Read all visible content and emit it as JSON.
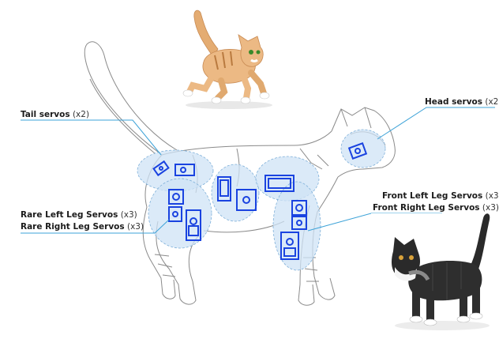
{
  "labels": {
    "tail": {
      "name": "Tail servos",
      "count": "(x2)"
    },
    "head": {
      "name": "Head servos",
      "count": "(x2"
    },
    "rare_left": {
      "name": "Rare Left Leg Servos",
      "count": "(x3)"
    },
    "rare_right": {
      "name": "Rare Right Leg Servos",
      "count": "(x3)"
    },
    "front_left": {
      "name": "Front Left Leg Servos",
      "count": "(x3"
    },
    "front_right": {
      "name": "Front Right Leg Servos",
      "count": "(x3)"
    }
  },
  "colors": {
    "servo_blue": "#1a43e0",
    "zone_fill": "#cfe3f5",
    "leader_line": "#3ea3d8",
    "outline": "#8a8a8a",
    "orange_cat": "#e9b57d",
    "black_cat": "#2a2a2a"
  }
}
